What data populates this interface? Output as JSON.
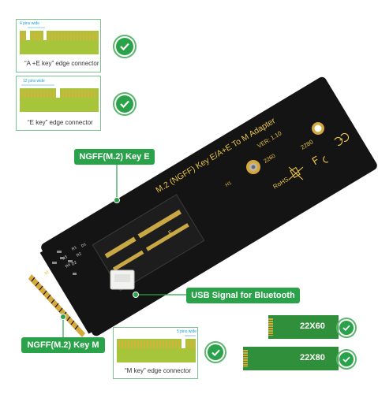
{
  "connectors": [
    {
      "pin_note": "4 pins wide",
      "caption": "“A +E key”  edge connector"
    },
    {
      "pin_note": "12 pins wide",
      "caption": "“E key” edge connector"
    },
    {
      "pin_note": "5 pins wide",
      "caption": "“M key”  edge connector"
    }
  ],
  "callouts": {
    "key_e": "NGFF(M.2) Key E",
    "usb": "USB Signal for Bluetooth",
    "key_m": "NGFF(M.2) Key M"
  },
  "pcb": {
    "title": "M.2 (NGFF) Key E/A+E To M Adapter",
    "version": "VER: 1.10",
    "size_2280": "2280",
    "size_2260": "2260",
    "hole_label": "H1",
    "rohs": "RoHS",
    "slot_label": "E",
    "m_label": "M",
    "silk_r1": "R1",
    "silk_r2": "R2",
    "silk_d1": "D1",
    "silk_d2": "D2",
    "silk_r3": "R3",
    "silk_r4": "R4"
  },
  "lengths": [
    "22X60",
    "22X80"
  ],
  "colors": {
    "accent_green": "#2aa24a",
    "panel_border": "#7cc48f",
    "pcb_black": "#141414",
    "gold": "#d4a83a",
    "board_green": "#2f8f3a"
  }
}
